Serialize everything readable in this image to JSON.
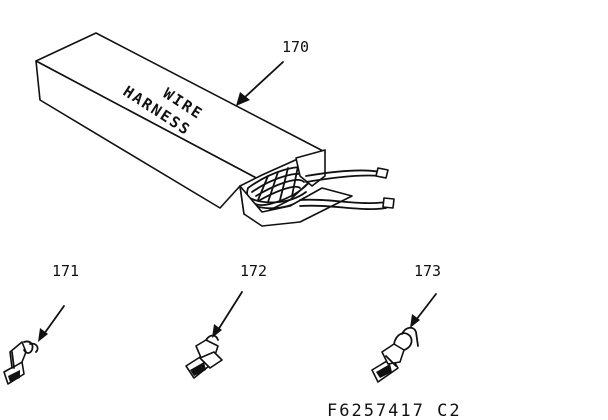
{
  "labels": {
    "wire_harness": "170",
    "terminal_1": "171",
    "terminal_2": "172",
    "terminal_3": "173"
  },
  "box_text": {
    "line1": "WIRE",
    "line2": "HARNESS"
  },
  "drawing_code": "F6257417 C2"
}
